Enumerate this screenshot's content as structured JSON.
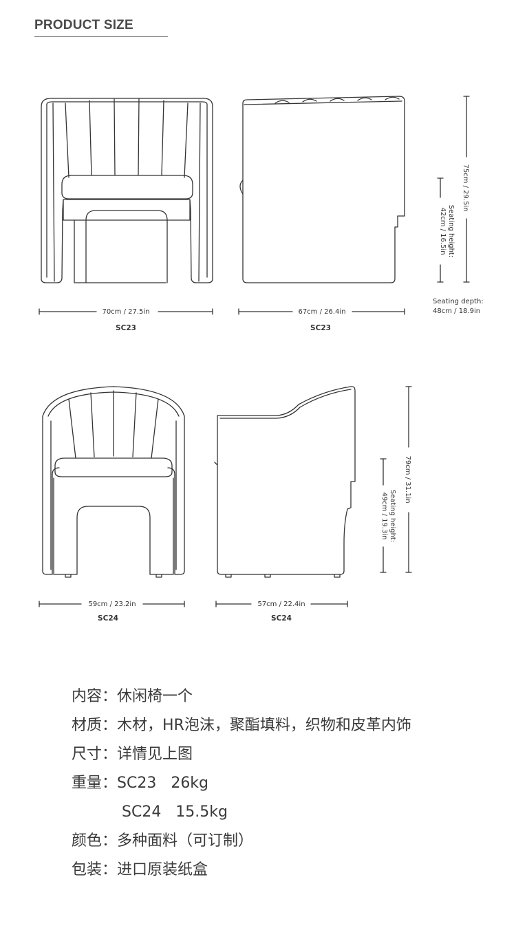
{
  "header": {
    "title": "PRODUCT SIZE"
  },
  "top_row": {
    "front": {
      "width_label": "70cm / 27.5in",
      "model": "SC23"
    },
    "side": {
      "width_label": "67cm / 26.4in",
      "model": "SC23"
    },
    "height_label": "75cm / 29.5in",
    "seat_height_title": "Seating height:",
    "seat_height_label": "42cm / 16.5in",
    "seat_depth_title": "Seating depth:",
    "seat_depth_label": "48cm / 18.9in"
  },
  "bottom_row": {
    "front": {
      "width_label": "59cm / 23.2in",
      "model": "SC24"
    },
    "side": {
      "width_label": "57cm / 22.4in",
      "model": "SC24"
    },
    "height_label": "79cm / 31.1in",
    "seat_height_title": "Seating height:",
    "seat_height_label": "49cm / 19.3in"
  },
  "specs": {
    "content_label": "内容：",
    "content_value": "休闲椅一个",
    "material_label": "材质：",
    "material_value": "木材，HR泡沫，聚酯填料，织物和皮革内饰",
    "size_label": "尺寸：",
    "size_value": "详情见上图",
    "weight_label": "重量：",
    "weight_sc23": "SC23   26kg",
    "weight_sc24": "SC24   15.5kg",
    "color_label": "颜色：",
    "color_value": "多种面料（可订制）",
    "package_label": "包装：",
    "package_value": "进口原装纸盒"
  }
}
